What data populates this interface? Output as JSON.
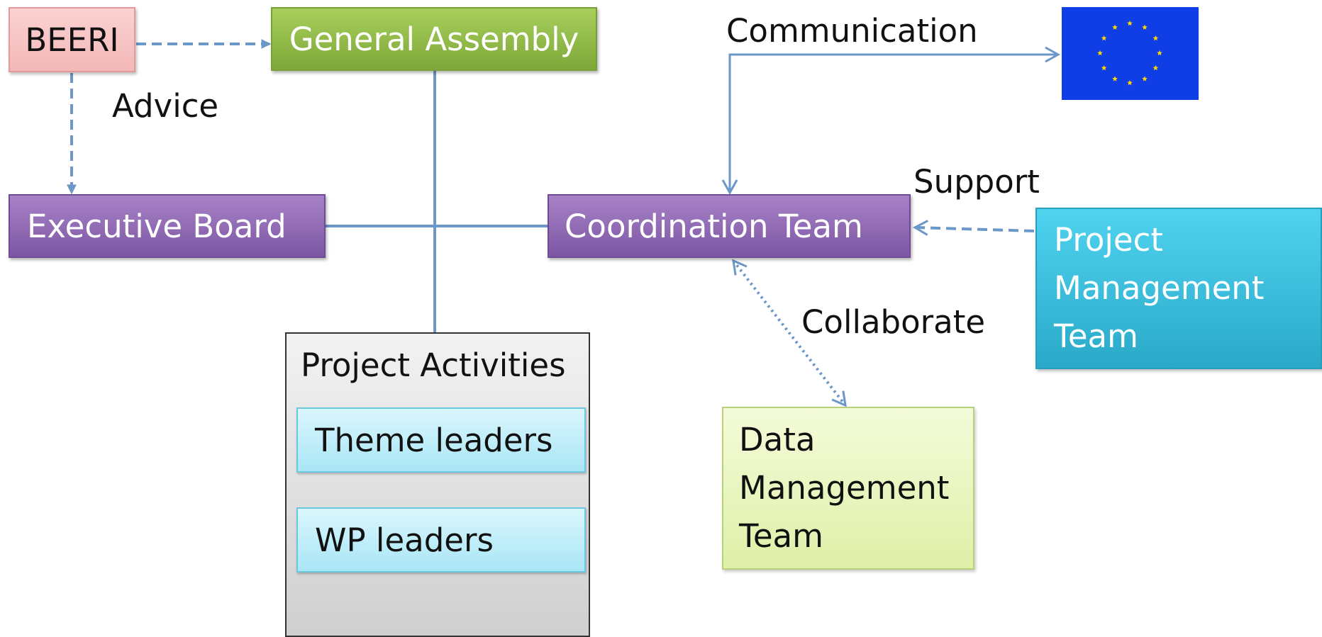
{
  "nodes": {
    "beeri": "BEERI",
    "general_assembly": "General Assembly",
    "executive_board": "Executive Board",
    "coordination_team": "Coordination Team",
    "project_management_team": [
      "Project",
      "Management",
      "Team"
    ],
    "project_activities": "Project Activities",
    "theme_leaders": "Theme leaders",
    "wp_leaders": "WP leaders",
    "data_management_team": [
      "Data",
      "Management",
      "Team"
    ]
  },
  "edge_labels": {
    "advice": "Advice",
    "communication": "Communication",
    "support": "Support",
    "collaborate": "Collaborate"
  },
  "flag": {
    "name": "eu-flag-icon",
    "field_color": "#0f3ee6",
    "star_color": "#ffd500"
  },
  "colors": {
    "connector": "#6b97c9",
    "beeri_fill": "#f7c5c5",
    "general_assembly_fill": "#8fbc47",
    "board_fill": "#8c66b3",
    "project_management_fill": "#37c1e0",
    "data_management_fill": "#e9f5c2",
    "leaders_fill": "#c3eef9",
    "activities_fill": "#dedede"
  }
}
